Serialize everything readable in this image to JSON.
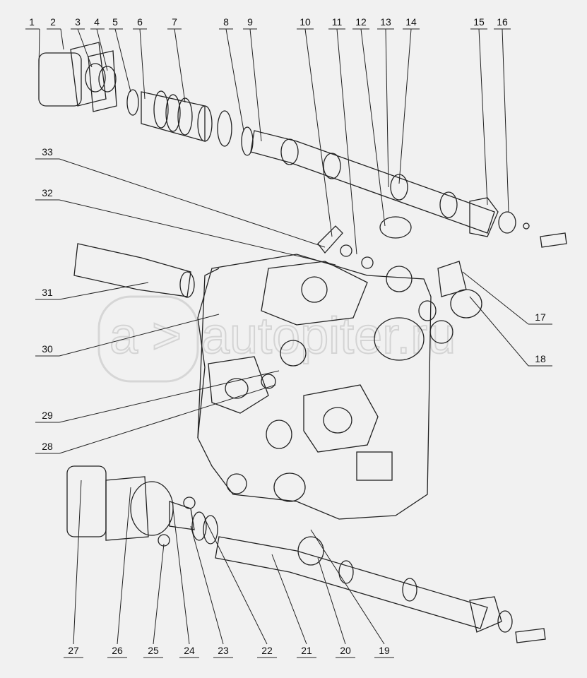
{
  "diagram": {
    "watermark": "autopiter.ru",
    "callouts": [
      "1",
      "2",
      "3",
      "4",
      "5",
      "6",
      "7",
      "8",
      "9",
      "10",
      "11",
      "12",
      "13",
      "14",
      "15",
      "16",
      "17",
      "18",
      "19",
      "20",
      "21",
      "22",
      "23",
      "24",
      "25",
      "26",
      "27",
      "28",
      "29",
      "30",
      "31",
      "32",
      "33"
    ]
  }
}
